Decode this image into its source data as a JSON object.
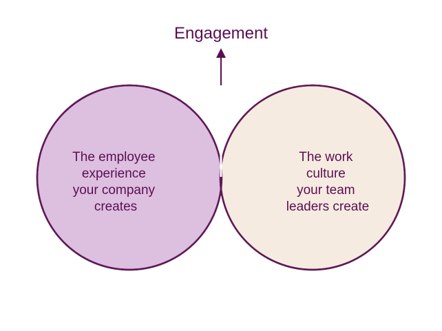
{
  "title": "Engagement",
  "circles": {
    "left": {
      "lines": [
        "The employee",
        "experience",
        "your company",
        "creates"
      ],
      "fill": "#ddbfe0"
    },
    "right": {
      "lines": [
        "The work",
        "culture",
        "your team",
        "leaders create"
      ],
      "fill": "#f6ebe0"
    }
  },
  "colors": {
    "outline": "#5e1a55",
    "overlap": "#5a0e51",
    "text": "#5a0e51",
    "arrow": "#5a0e51"
  }
}
